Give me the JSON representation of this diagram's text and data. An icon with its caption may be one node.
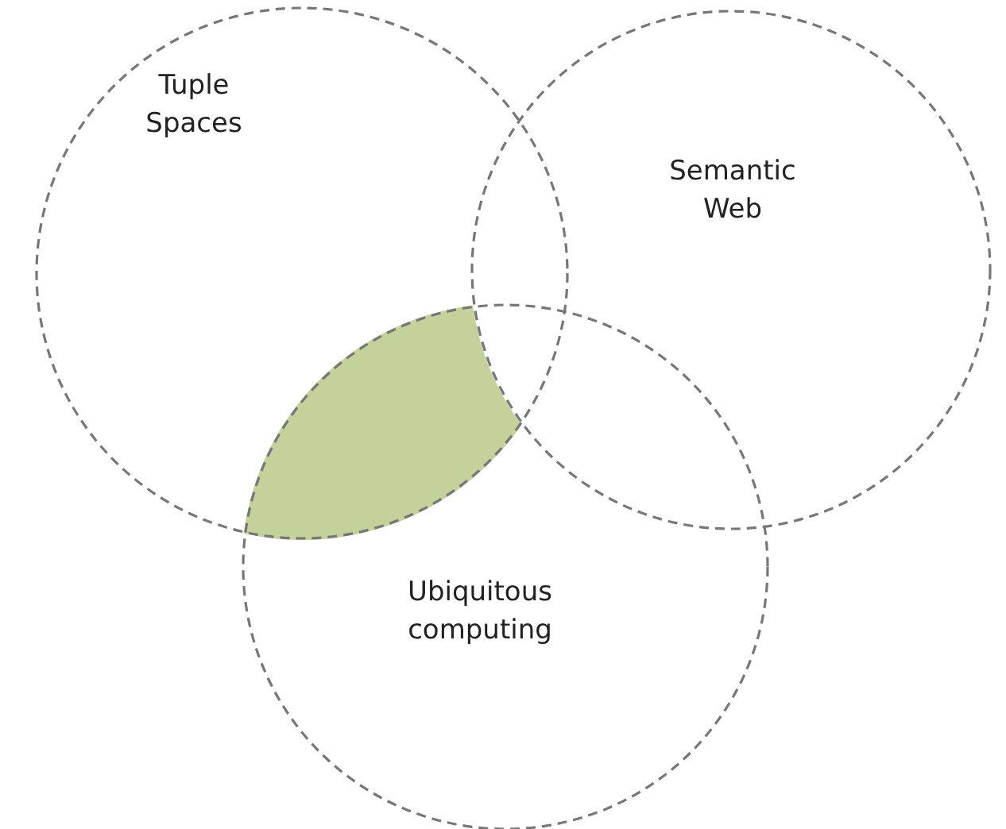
{
  "diagram": {
    "nodes": [
      {
        "text": [
          "Tuple Spaces"
        ]
      },
      {
        "text": [
          "Semantic Web"
        ]
      },
      {
        "text": [
          "Ubiquitous computing"
        ]
      },
      {
        "text": [],
        "shape": "lens"
      }
    ]
  }
}
